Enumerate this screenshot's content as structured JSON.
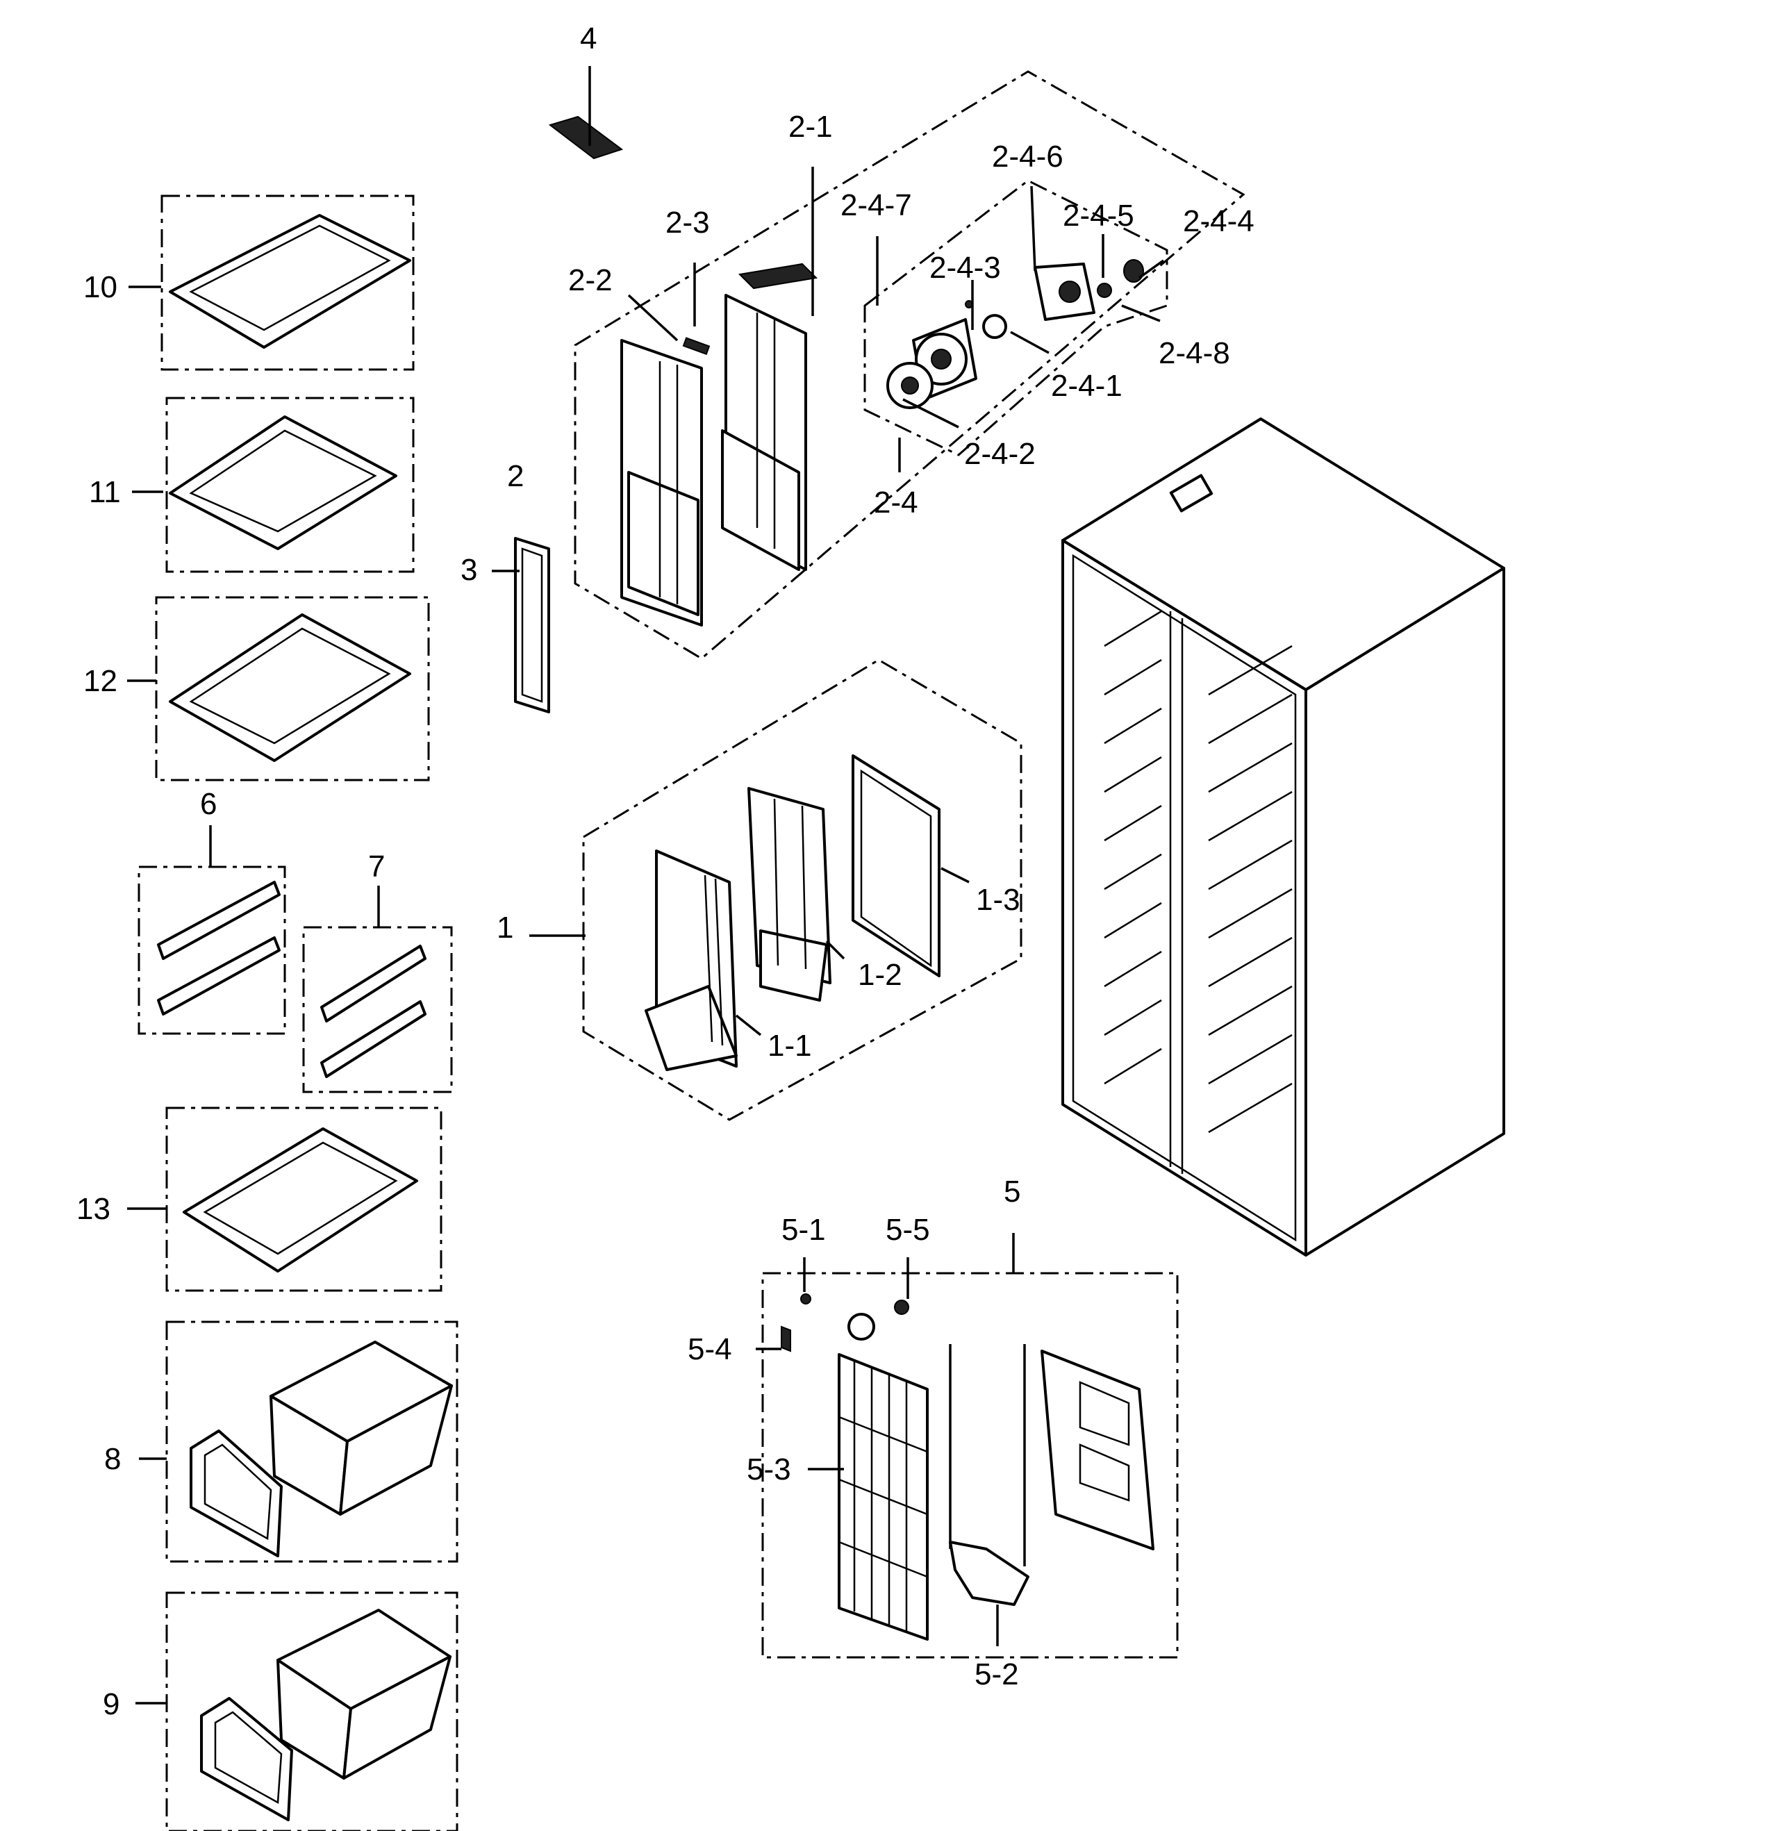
{
  "diagram": {
    "type": "exploded-parts-diagram",
    "callouts": [
      {
        "id": "1",
        "text": "1"
      },
      {
        "id": "1-1",
        "text": "1-1"
      },
      {
        "id": "1-2",
        "text": "1-2"
      },
      {
        "id": "1-3",
        "text": "1-3"
      },
      {
        "id": "2",
        "text": "2"
      },
      {
        "id": "2-1",
        "text": "2-1"
      },
      {
        "id": "2-2",
        "text": "2-2"
      },
      {
        "id": "2-3",
        "text": "2-3"
      },
      {
        "id": "2-4",
        "text": "2-4"
      },
      {
        "id": "2-4-1",
        "text": "2-4-1"
      },
      {
        "id": "2-4-2",
        "text": "2-4-2"
      },
      {
        "id": "2-4-3",
        "text": "2-4-3"
      },
      {
        "id": "2-4-4",
        "text": "2-4-4"
      },
      {
        "id": "2-4-5",
        "text": "2-4-5"
      },
      {
        "id": "2-4-6",
        "text": "2-4-6"
      },
      {
        "id": "2-4-7",
        "text": "2-4-7"
      },
      {
        "id": "2-4-8",
        "text": "2-4-8"
      },
      {
        "id": "3",
        "text": "3"
      },
      {
        "id": "4",
        "text": "4"
      },
      {
        "id": "5",
        "text": "5"
      },
      {
        "id": "5-1",
        "text": "5-1"
      },
      {
        "id": "5-2",
        "text": "5-2"
      },
      {
        "id": "5-3",
        "text": "5-3"
      },
      {
        "id": "5-4",
        "text": "5-4"
      },
      {
        "id": "5-5",
        "text": "5-5"
      },
      {
        "id": "6",
        "text": "6"
      },
      {
        "id": "7",
        "text": "7"
      },
      {
        "id": "8",
        "text": "8"
      },
      {
        "id": "9",
        "text": "9"
      },
      {
        "id": "10",
        "text": "10"
      },
      {
        "id": "11",
        "text": "11"
      },
      {
        "id": "12",
        "text": "12"
      },
      {
        "id": "13",
        "text": "13"
      }
    ]
  }
}
